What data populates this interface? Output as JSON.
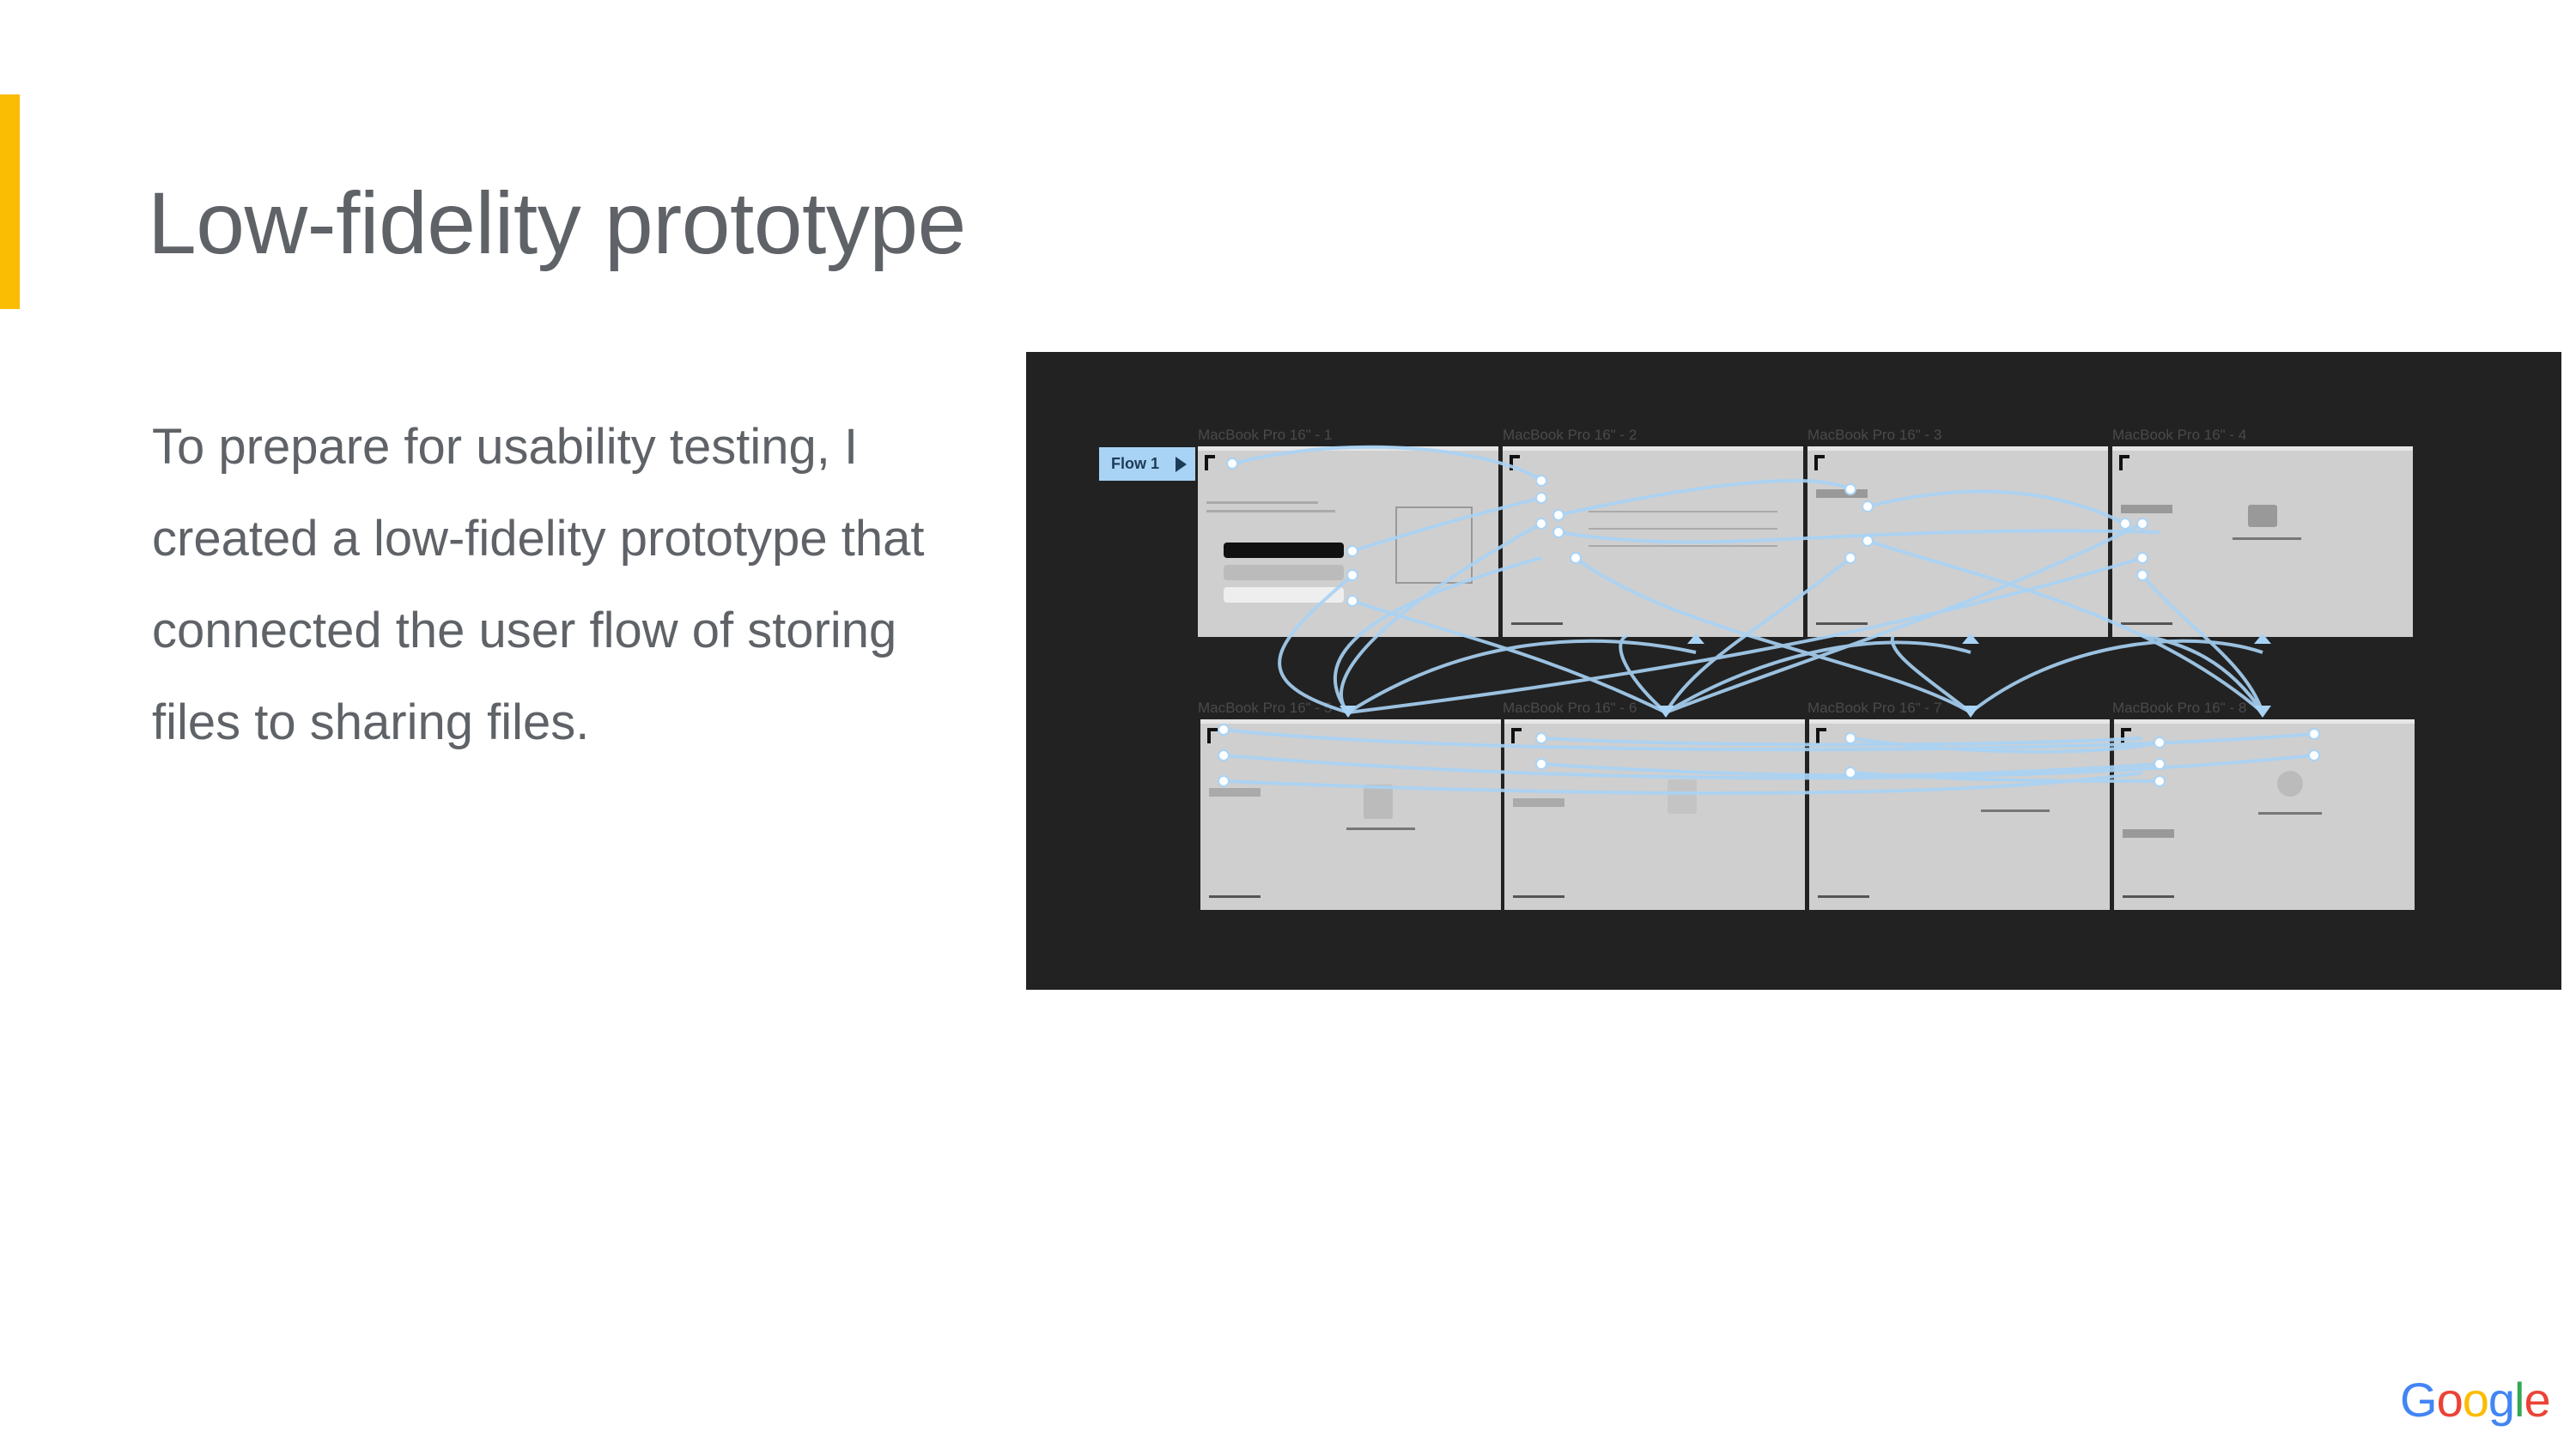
{
  "slide": {
    "title": "Low-fidelity prototype",
    "body": "To prepare for usability testing, I created a low-fidelity prototype that connected the user flow of storing files to sharing files.",
    "accent_color": "#fbbc04"
  },
  "prototype": {
    "flow_label": "Flow 1",
    "top_frames": [
      "MacBook Pro 16\" - 1",
      "MacBook Pro 16\" - 2",
      "MacBook Pro 16\" - 3",
      "MacBook Pro 16\" - 4"
    ],
    "bottom_frames": [
      "MacBook Pro 16\" - 5",
      "MacBook Pro 16\" - 6",
      "MacBook Pro 16\" - 7",
      "MacBook Pro 16\" - 8"
    ],
    "connector_color": "#a9d3f5",
    "background_color": "#222222"
  },
  "footer": {
    "logo_letters": [
      "G",
      "o",
      "o",
      "g",
      "l",
      "e"
    ]
  }
}
